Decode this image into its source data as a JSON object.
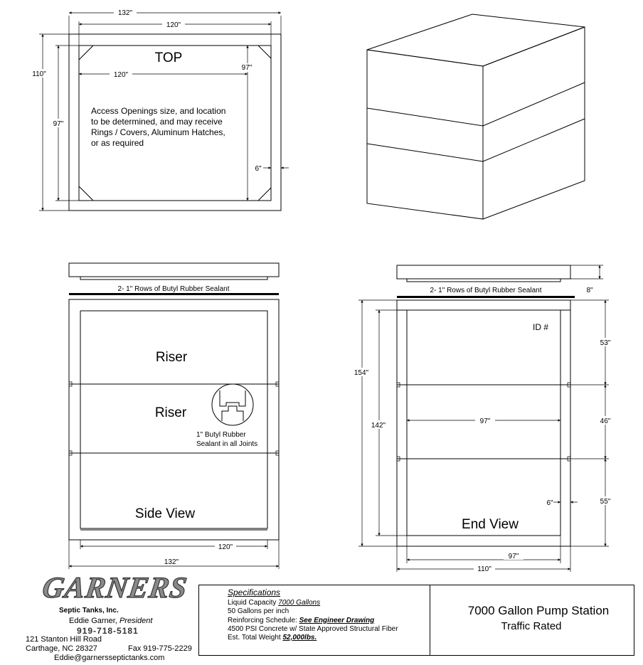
{
  "top_view": {
    "label": "TOP",
    "outer_width": "132\"",
    "inner_width": "120\"",
    "opening_width": "120\"",
    "outer_depth": "110\"",
    "inner_depth": "97\"",
    "inner_depth_right": "97\"",
    "wall": "6\"",
    "note_lines": [
      "Access Openings size, and location",
      "to be determined,  and may  receive",
      "Rings / Covers, Aluminum Hatches,",
      "or as required"
    ]
  },
  "side_view": {
    "label": "Side View",
    "riser_1": "Riser",
    "riser_2": "Riser",
    "sealant_rows": "2- 1\" Rows of Butyl Rubber Sealant",
    "joint_note_1": "1\" Butyl Rubber",
    "joint_note_2": "Sealant in all Joints",
    "inner_width": "120\"",
    "outer_width": "132\""
  },
  "end_view": {
    "label": "End View",
    "sealant_rows": "2- 1\" Rows of Butyl Rubber Sealant",
    "id_label": "ID #",
    "lid": "8\"",
    "seg_top": "53\"",
    "seg_mid": "46\"",
    "seg_bot": "55\"",
    "total_height": "154\"",
    "inner_height": "142\"",
    "inner_width": "97\"",
    "bottom_inner": "97\"",
    "outer_width": "110\"",
    "wall": "6\""
  },
  "company": {
    "logo": "GARNERS",
    "subtitle": "Septic Tanks, Inc.",
    "president_name": "Eddie Garner, ",
    "president_title": "President",
    "phone": "919-718-5181",
    "address_1": "121 Stanton Hill Road",
    "address_2": "Carthage, NC 28327",
    "fax": "Fax 919-775-2229",
    "email": "Eddie@garnersseptictanks.com"
  },
  "specs": {
    "heading": "Specifications",
    "capacity_label": "Liquid Capacity ",
    "capacity_value": "7000 Gallons",
    "per_inch": "50 Gallons per inch",
    "reinforcing_label": "Reinforcing Schedule: ",
    "reinforcing_value": "See Engineer Drawing",
    "concrete": "4500 PSI Concrete w/ State Approved Structural Fiber",
    "weight_label": "Est. Total Weight ",
    "weight_value": "52,000lbs."
  },
  "title": {
    "main": "7000 Gallon Pump Station",
    "sub": "Traffic Rated"
  }
}
